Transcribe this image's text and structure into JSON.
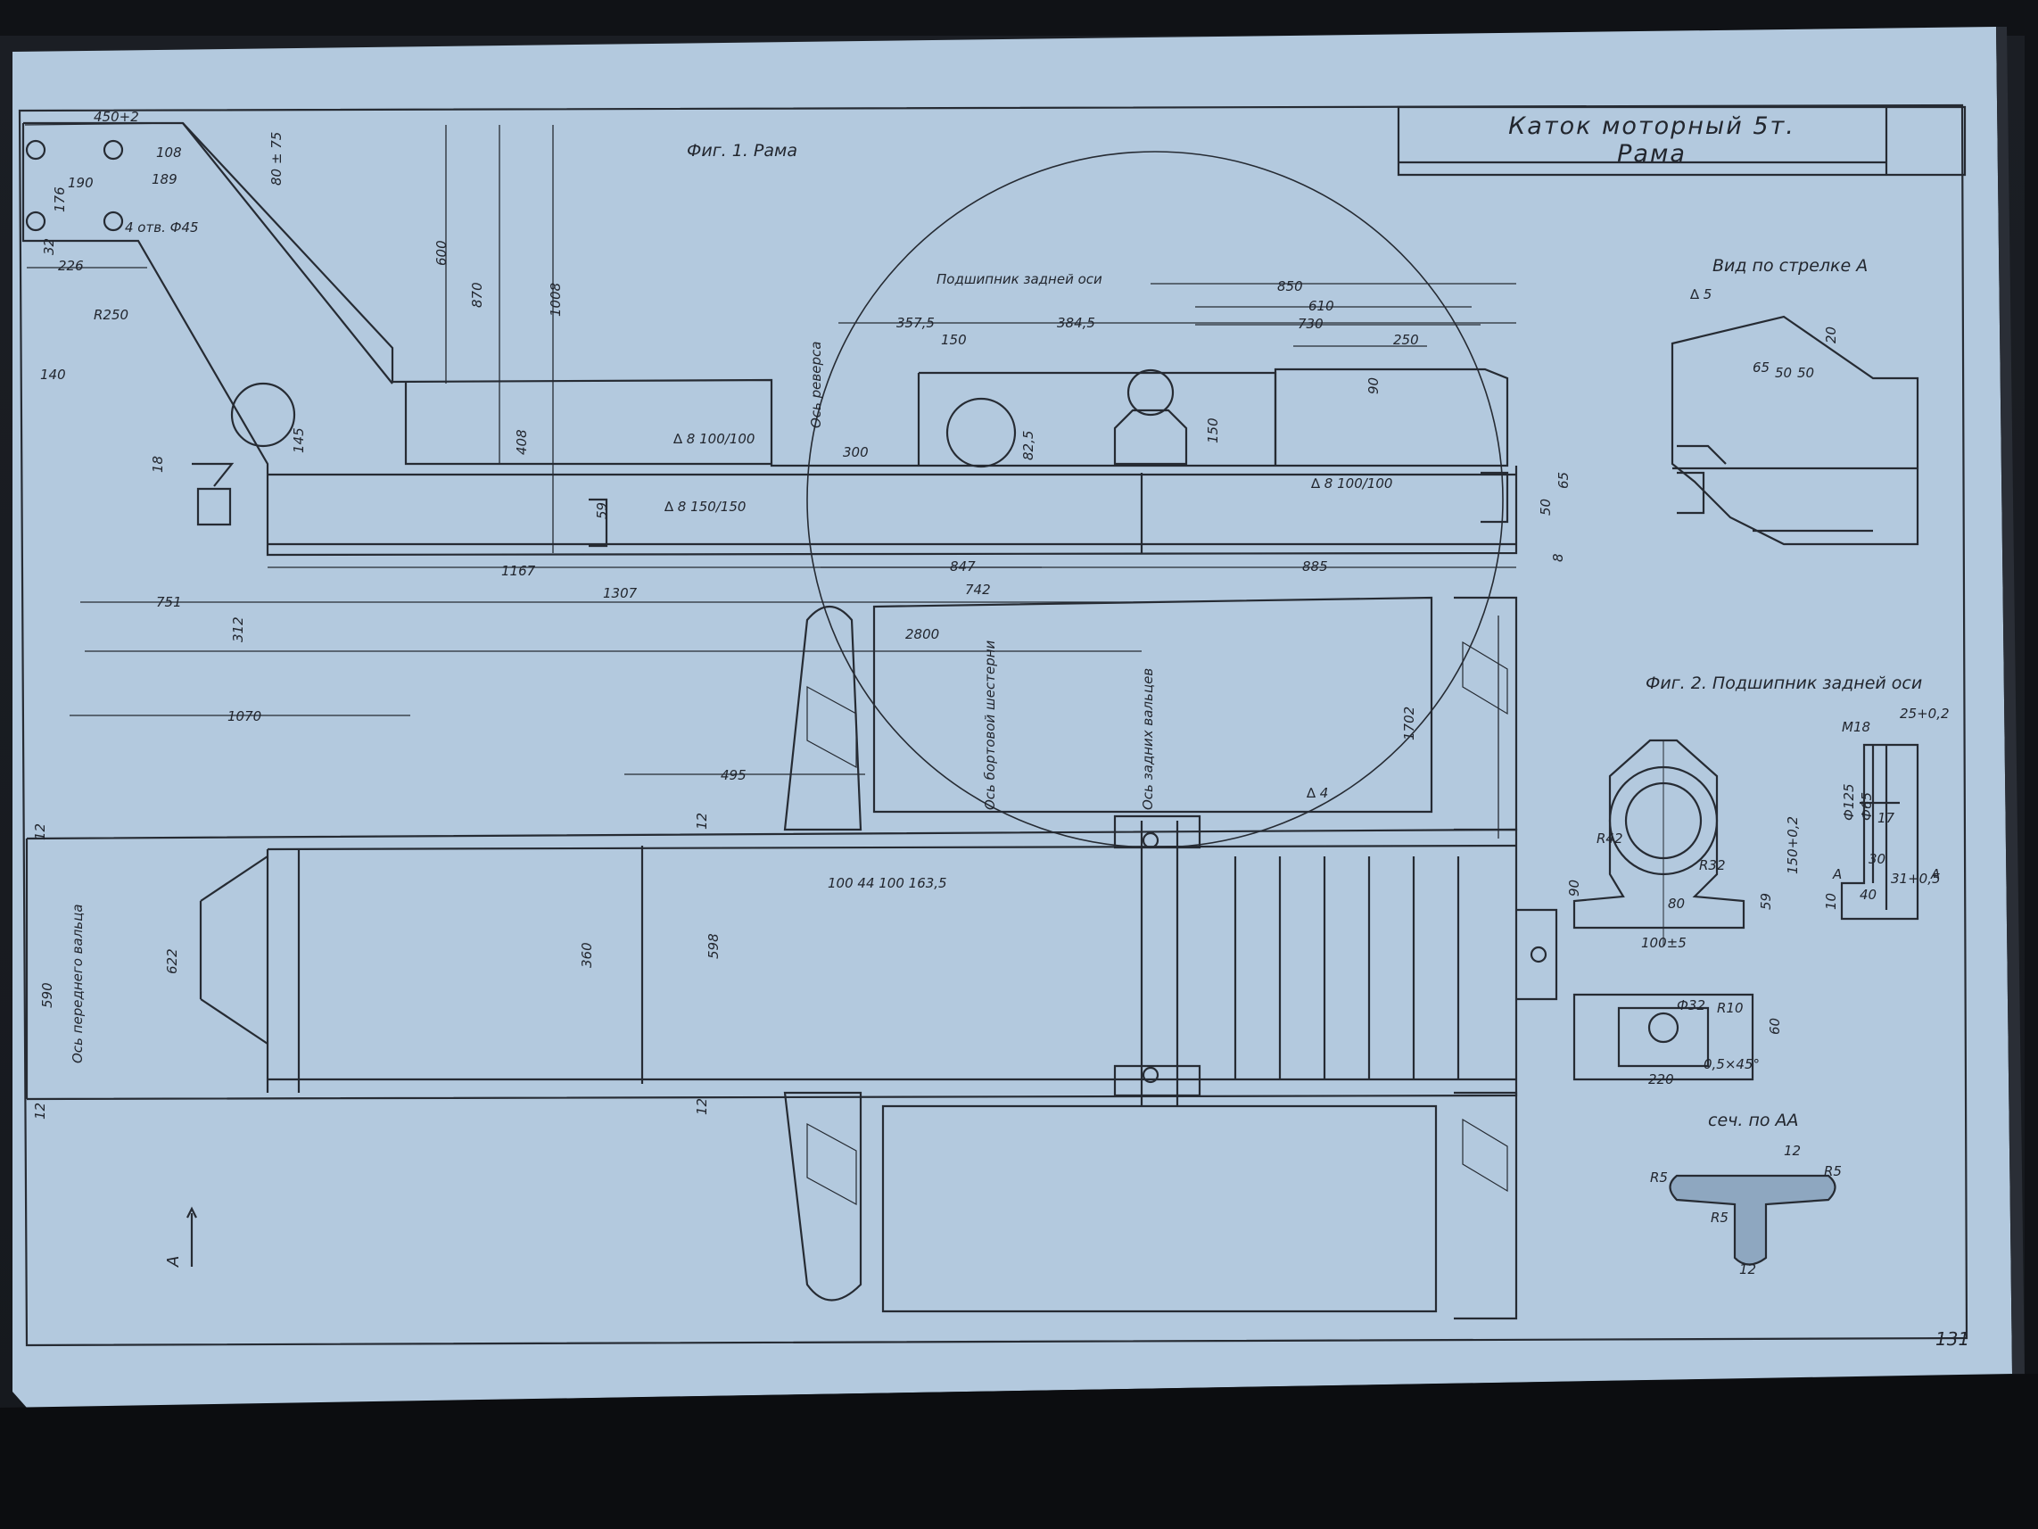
{
  "title_block": {
    "line1": "Каток моторный 5т.",
    "line2": "Рама"
  },
  "figures": {
    "fig1": "Фиг. 1. Рама",
    "fig2": "Фиг. 2. Подшипник задней оси",
    "view_a": "Вид по стрелке А",
    "section_aa": "сеч. по АА",
    "bearing_callout": "Подшипник задней оси"
  },
  "axis_labels": {
    "reverse": "Ось реверса",
    "side_gear": "Ось бортовой шестерни",
    "rear_rollers": "Ось задних вальцев",
    "front_roller": "Ось переднего вальца"
  },
  "page_number": "131",
  "section_arrow": "А",
  "colors": {
    "paper": "#b3c9de",
    "ink": "#22262e",
    "photo_background": "#101216"
  },
  "dimensions": {
    "d450": "450+2",
    "d108": "108",
    "d80_75": "80 ± 75",
    "d189": "189",
    "d190": "190",
    "d176": "176",
    "d32": "32",
    "d226": "226",
    "d4holes": "4 отв. Ф45",
    "dR250": "R250",
    "d140": "140",
    "d600": "600",
    "d870": "870",
    "d1008": "1008",
    "d408": "408",
    "d145": "145",
    "d18": "18",
    "w100": "∆ 8 100/100",
    "w150": "∆ 8 150/150",
    "d59": "59",
    "d300": "300",
    "d357": "357,5",
    "d384": "384,5",
    "d150a": "150",
    "d825": "82,5",
    "d150b": "150",
    "d850": "850",
    "d610": "610",
    "d730": "730",
    "d250": "250",
    "d90": "90",
    "w100b": "∆ 8 100/100",
    "d50": "50",
    "d65": "65",
    "d8": "8",
    "d1167": "1167",
    "d847": "847",
    "d885": "885",
    "d1307": "1307",
    "d742": "742",
    "d751": "751",
    "d312": "312",
    "d2800": "2800",
    "d1070": "1070",
    "d1702": "1702",
    "d495": "495",
    "d12a": "12",
    "d598": "598",
    "d4": "∆ 4",
    "d360": "360",
    "d622": "622",
    "d590": "590",
    "d12b": "12",
    "d12c": "12",
    "d12d": "12",
    "chain": "100  44  100  163,5",
    "va_d5": "∆ 5",
    "va_65": "65",
    "va_50a": "50",
    "va_50b": "50",
    "va_20": "20",
    "f2_R42": "R42",
    "f2_R32": "R32",
    "f2_150": "150+0,2",
    "f2_90": "90",
    "f2_80": "80",
    "f2_59": "59",
    "f2_100": "100±5",
    "f2_25": "25+0,2",
    "f2_M18": "M18",
    "f2_125": "Ф125",
    "f2_65": "Ф65",
    "f2_17": "17",
    "f2_30": "30",
    "f2_40": "40",
    "f2_31": "31+0,5",
    "f2_10": "10",
    "f2_32": "Ф32",
    "f2_R10": "R10",
    "f2_60": "60",
    "f2_220": "220",
    "f2_chamfer": "0,5×45°",
    "s_R5a": "R5",
    "s_R5b": "R5",
    "s_R5c": "R5",
    "s_12a": "12",
    "s_12b": "12",
    "aa_A1": "А",
    "aa_A2": "А"
  }
}
